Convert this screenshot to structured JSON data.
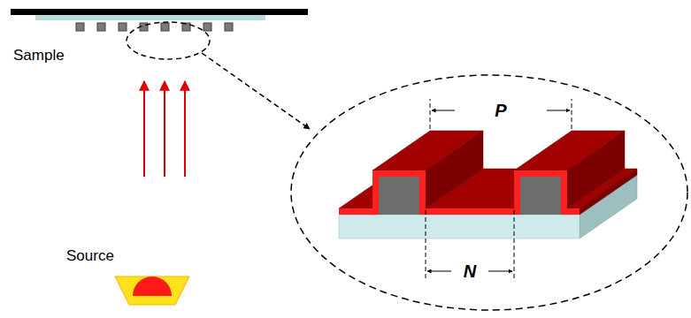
{
  "diagram": {
    "labels": [
      "Sample",
      "Source",
      "P",
      "N"
    ]
  }
}
